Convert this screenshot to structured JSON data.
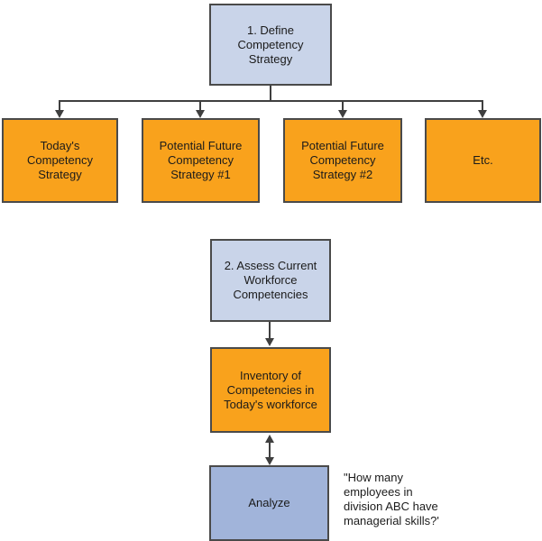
{
  "diagram": {
    "title": "Competency strategy flow diagram",
    "nodes": {
      "define": {
        "label": "1. Define\nCompetency\nStrategy"
      },
      "today": {
        "label": "Today's\nCompetency\nStrategy"
      },
      "future1": {
        "label": "Potential Future\nCompetency\nStrategy #1"
      },
      "future2": {
        "label": "Potential Future\nCompetency\nStrategy #2"
      },
      "etc": {
        "label": "Etc."
      },
      "assess": {
        "label": "2. Assess Current\nWorkforce\nCompetencies"
      },
      "inventory": {
        "label": "Inventory of\nCompetencies in\nToday's workforce"
      },
      "analyze": {
        "label": "Analyze"
      }
    },
    "annotation": "\"How many\nemployees in\ndivision ABC have\nmanagerial skills?'",
    "colors": {
      "step_fill": "#c9d4e9",
      "option_fill": "#f9a21c",
      "analyze_fill": "#a1b4da",
      "border": "#4a4a4a",
      "connector": "#3f3f3f",
      "text": "#1b1b1b"
    }
  }
}
